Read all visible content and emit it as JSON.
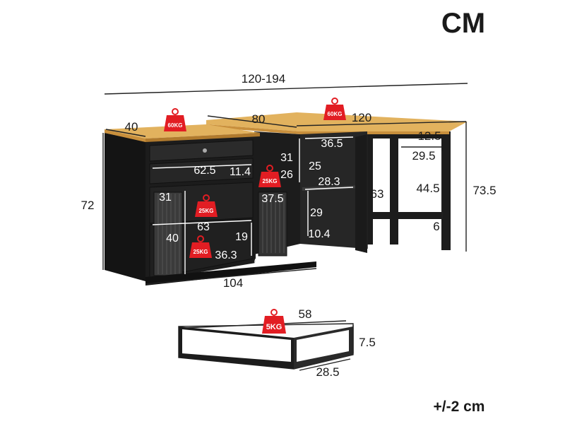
{
  "unit_label": "CM",
  "tolerance_label": "+/-2 cm",
  "colors": {
    "cabinet_body": "#1c1c1c",
    "cabinet_inner": "#2a2a2a",
    "wood_top": "#e2b25e",
    "wood_edge": "#c88f3c",
    "weight_badge": "#e21d23",
    "dimension_line": "#222222"
  },
  "dimensions": {
    "total_width": "120-194",
    "cabinet_depth": "40",
    "desk_depth": "80",
    "desk_width": "120",
    "cabinet_height": "72",
    "desk_height": "73.5",
    "cabinet_width": "104",
    "drawer_inner_width": "62.5",
    "drawer_inner_height": "11.4",
    "shelf_depth": "31",
    "shelf_width": "63",
    "lower_compartment_height": "40",
    "lower_depth": "36.3",
    "side_open_height": "19",
    "plinth": "6",
    "side_upper_height": "31",
    "side_shelf_height": "26",
    "side_shelf_width": "37.5",
    "door_cab_depth": "36.5",
    "door_cab_upper": "25",
    "door_cab_shelf_depth": "28.3",
    "door_cab_lower": "29",
    "door_cab_bottom_depth": "10.4",
    "door_cab_height": "63",
    "leg_upper_gap": "12.5",
    "leg_inner_width": "29.5",
    "leg_clearance": "44.5",
    "leg_foot": "6",
    "drawer_width": "58",
    "drawer_height": "7.5",
    "drawer_depth": "28.5"
  },
  "weights": {
    "cabinet_top": "60KG",
    "desk_top": "60KG",
    "middle_shelf": "25KG",
    "side_shelf": "25KG",
    "bottom_shelf": "25KG",
    "drawer": "5KG"
  }
}
